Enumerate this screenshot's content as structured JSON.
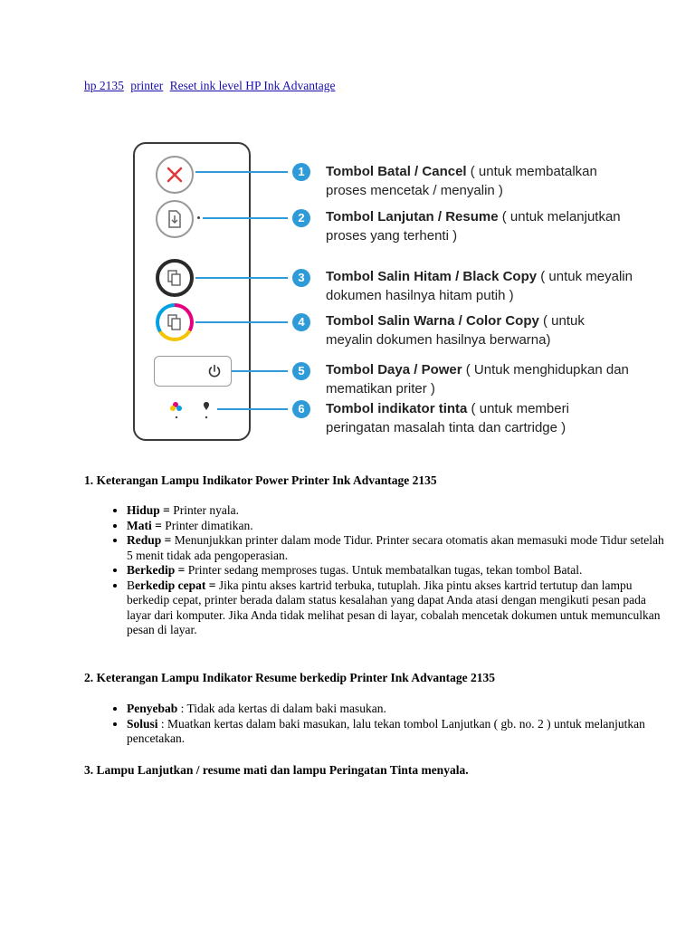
{
  "links": [
    "hp 2135",
    "printer",
    "Reset ink level HP Ink Advantage"
  ],
  "diagram": {
    "items": [
      {
        "num": "1",
        "title": "Tombol Batal / Cancel",
        "rest": " ( untuk membatalkan proses mencetak / menyalin )",
        "icon": "cancel-icon"
      },
      {
        "num": "2",
        "title": "Tombol Lanjutan / Resume",
        "rest": " ( untuk melanjutkan proses yang terhenti )",
        "icon": "resume-icon"
      },
      {
        "num": "3",
        "title": "Tombol Salin Hitam / Black Copy",
        "rest": " ( untuk meyalin dokumen hasilnya hitam putih )",
        "icon": "black-copy-icon"
      },
      {
        "num": "4",
        "title": "Tombol Salin Warna / Color Copy",
        "rest": " ( untuk meyalin dokumen hasilnya berwarna)",
        "icon": "color-copy-icon"
      },
      {
        "num": "5",
        "title": "Tombol Daya / Power",
        "rest": " ( Untuk menghidupkan dan mematikan priter )",
        "icon": "power-icon"
      },
      {
        "num": "6",
        "title": "Tombol indikator tinta",
        "rest": " ( untuk memberi peringatan masalah tinta dan cartridge )",
        "icon": "ink-indicator-icon"
      }
    ],
    "accent": "#2e9bd8"
  },
  "section1": {
    "heading": "1. Keterangan Lampu Indikator Power Printer Ink Advantage 2135",
    "items": [
      {
        "term": "Hidup =",
        "text": " Printer nyala."
      },
      {
        "term": "Mati =",
        "text": " Printer dimatikan."
      },
      {
        "term": "Redup =",
        "text": " Menunjukkan printer dalam mode Tidur. Printer secara otomatis akan memasuki mode Tidur setelah 5 menit tidak ada pengoperasian."
      },
      {
        "term": "Berkedip =",
        "text": " Printer sedang memproses tugas. Untuk membatalkan tugas, tekan tombol Batal."
      },
      {
        "term_plain": "B",
        "term": "erkedip cepat =",
        "text": " Jika pintu akses kartrid terbuka, tutuplah. Jika pintu akses kartrid tertutup dan lampu berkedip cepat, printer berada dalam status kesalahan yang dapat Anda atasi dengan mengikuti pesan pada layar dari komputer. Jika Anda tidak melihat pesan di layar, cobalah mencetak dokumen untuk memunculkan pesan di layar."
      }
    ]
  },
  "section2": {
    "heading": "2. Keterangan Lampu Indikator Resume berkedip Printer Ink Advantage 2135",
    "items": [
      {
        "term": "Penyebab",
        "text": " : Tidak ada kertas di dalam baki masukan."
      },
      {
        "term": "Solusi",
        "text": " : Muatkan kertas dalam baki masukan, lalu tekan tombol Lanjutkan ( gb. no. 2 ) untuk melanjutkan pencetakan."
      }
    ]
  },
  "section3": {
    "heading": "3. Lampu Lanjutkan / resume mati dan lampu Peringatan Tinta menyala."
  }
}
